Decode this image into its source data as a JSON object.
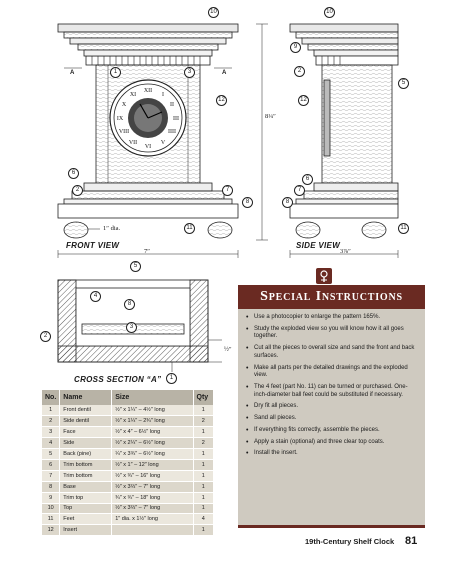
{
  "drawings": {
    "front_view_label": "FRONT VIEW",
    "side_view_label": "SIDE VIEW",
    "cross_section_label": "CROSS SECTION “A”",
    "section_marker": "A",
    "dim_foot": "1″ dia.",
    "dim_front_width": "7″",
    "dim_height": "8¼″",
    "dim_side_depth": "3⅞″",
    "dim_cross_half": "½″",
    "callouts_front": [
      "10",
      "1",
      "3",
      "12",
      "6",
      "2",
      "7",
      "8",
      "11"
    ],
    "callouts_side": [
      "10",
      "9",
      "2",
      "12",
      "5",
      "6",
      "7",
      "8",
      "11"
    ],
    "callouts_cross": [
      "5",
      "4",
      "8",
      "2",
      "3",
      "1"
    ]
  },
  "table": {
    "headers": [
      "No.",
      "Name",
      "Size",
      "Qty"
    ],
    "rows": [
      {
        "no": "1",
        "name": "Front dentil",
        "size": "½″ x 1¼″ – 4½″ long",
        "qty": "1"
      },
      {
        "no": "2",
        "name": "Side dentil",
        "size": "½″ x 1¼″ – 2¾″ long",
        "qty": "2"
      },
      {
        "no": "3",
        "name": "Face",
        "size": "½″ x 4″ – 6½″ long",
        "qty": "1"
      },
      {
        "no": "4",
        "name": "Side",
        "size": "½″ x 2¼″ – 6½″ long",
        "qty": "2"
      },
      {
        "no": "5",
        "name": "Back (pine)",
        "size": "¼″ x 3¾″ – 6½″ long",
        "qty": "1"
      },
      {
        "no": "6",
        "name": "Trim bottom",
        "size": "½″ x 1″ – 12″ long",
        "qty": "1"
      },
      {
        "no": "7",
        "name": "Trim bottom",
        "size": "½″ x ¾″ – 16″ long",
        "qty": "1"
      },
      {
        "no": "8",
        "name": "Base",
        "size": "½″ x 3⅔″ – 7″ long",
        "qty": "1"
      },
      {
        "no": "9",
        "name": "Trim top",
        "size": "¾″ x ¾″ – 18″ long",
        "qty": "1"
      },
      {
        "no": "10",
        "name": "Top",
        "size": "½″ x 3⅔″ – 7″ long",
        "qty": "1"
      },
      {
        "no": "11",
        "name": "Feet",
        "size": "1″ dia. x 1½″ long",
        "qty": "4"
      },
      {
        "no": "12",
        "name": "Insert",
        "size": "",
        "qty": "1"
      }
    ]
  },
  "instructions": {
    "title": "Special Instructions",
    "items": [
      "Use a photocopier to enlarge the pattern 165%.",
      "Study the exploded view so you will know how it all goes together.",
      "Cut all the pieces to overall size and sand the front and back surfaces.",
      "Make all parts per the detailed drawings and the exploded view.",
      "The 4 feet (part No. 11) can be turned or purchased. One-inch-diameter ball feet could be substituted if necessary.",
      "Dry fit all pieces.",
      "Sand all pieces.",
      "If everything fits correctly, assemble the pieces.",
      "Apply a stain (optional) and three clear top coats.",
      "Install the insert."
    ]
  },
  "footer": {
    "book_title": "19th-Century Shelf Clock",
    "page_number": "81"
  }
}
